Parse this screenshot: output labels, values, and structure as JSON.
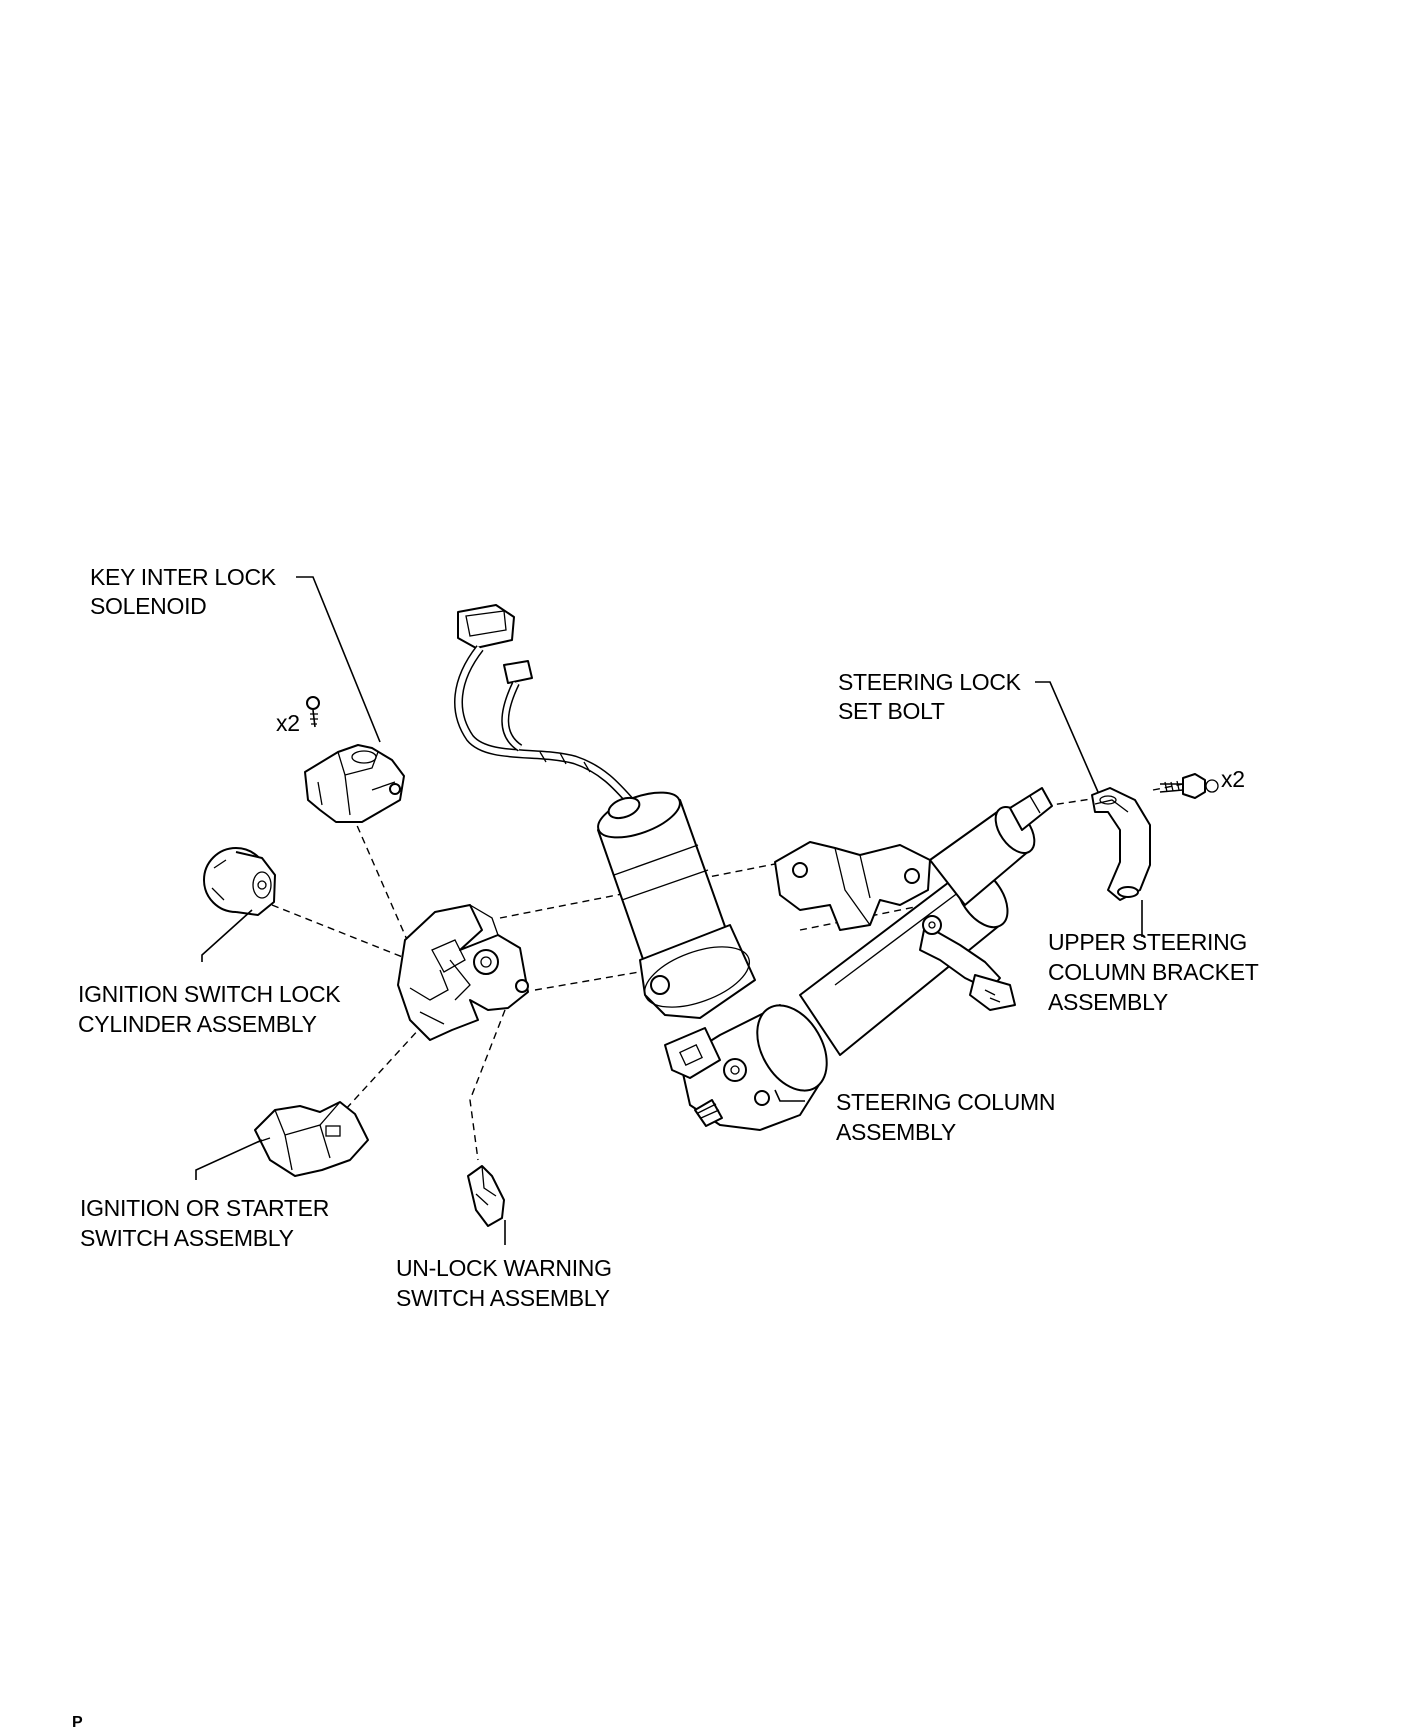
{
  "labels": {
    "key_inter_lock_solenoid": [
      "KEY INTER LOCK",
      "SOLENOID"
    ],
    "steering_lock_set_bolt": [
      "STEERING LOCK",
      "SET BOLT"
    ],
    "ignition_switch_lock_cylinder": [
      "IGNITION SWITCH LOCK",
      "CYLINDER ASSEMBLY"
    ],
    "upper_steering_column_bracket": [
      "UPPER STEERING",
      "COLUMN BRACKET",
      "ASSEMBLY"
    ],
    "steering_column_assembly": [
      "STEERING COLUMN",
      "ASSEMBLY"
    ],
    "ignition_or_starter_switch": [
      "IGNITION OR STARTER",
      "SWITCH ASSEMBLY"
    ],
    "unlock_warning_switch": [
      "UN-LOCK WARNING",
      "SWITCH ASSEMBLY"
    ]
  },
  "quantities": {
    "solenoid_screws": "x2",
    "bracket_bolts": "x2"
  },
  "page_marker": "P"
}
